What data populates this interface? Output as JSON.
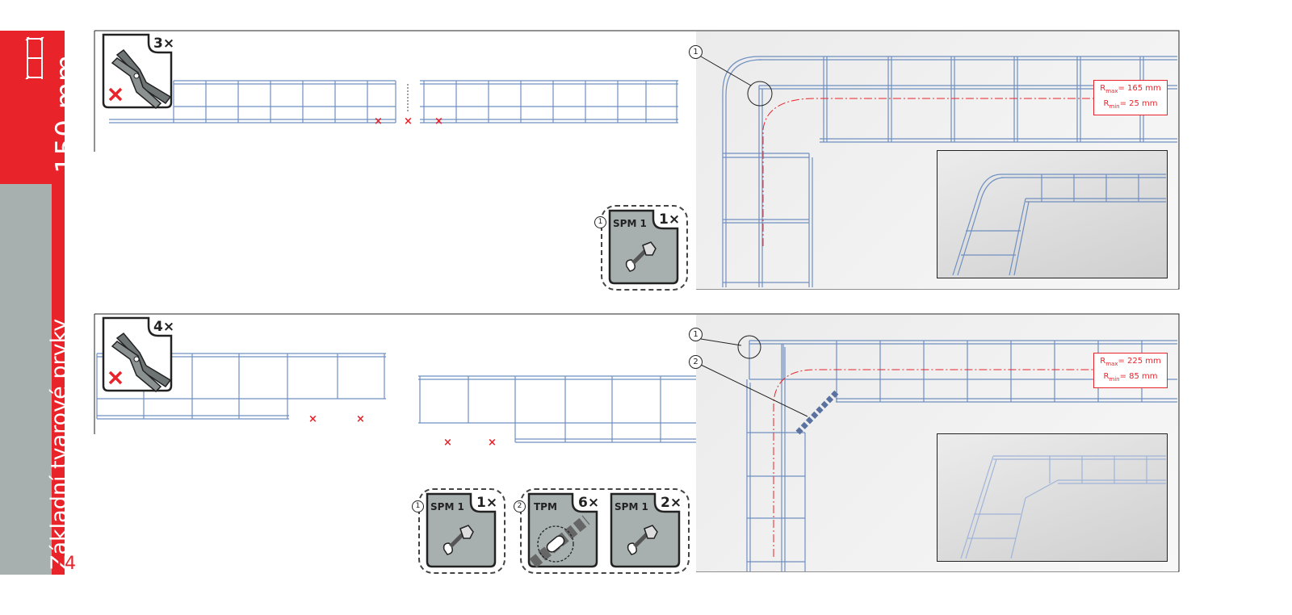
{
  "sidebar": {
    "size_label": "150 mm",
    "section_label": "Základní tvarové prvky",
    "page_number": "14",
    "accent_color": "#e8232a",
    "gray_color": "#a7b0ae"
  },
  "icons": {
    "tray": "cable-tray-icon",
    "cutter": "bolt-cutter-icon",
    "cross": "red-cross-icon",
    "bolt": "bolt-icon",
    "plate": "connector-plate-icon"
  },
  "steps": [
    {
      "cutter_qty": "3×",
      "cut_marks": [
        "×",
        "×",
        "×"
      ],
      "hardware_groups": [
        {
          "callout": "1",
          "items": [
            {
              "label": "SPM 1",
              "qty": "1×"
            }
          ]
        }
      ],
      "detail_callouts": [
        "1"
      ],
      "radius": {
        "rmax": "165 mm",
        "rmin": "25 mm"
      }
    },
    {
      "cutter_qty": "4×",
      "cut_marks": [
        "×",
        "×",
        "×",
        "×"
      ],
      "hardware_groups": [
        {
          "callout": "1",
          "items": [
            {
              "label": "SPM 1",
              "qty": "1×"
            }
          ]
        },
        {
          "callout": "2",
          "items": [
            {
              "label": "TPM",
              "qty": "6×"
            },
            {
              "label": "SPM 1",
              "qty": "2×"
            }
          ]
        }
      ],
      "detail_callouts": [
        "1",
        "2"
      ],
      "radius": {
        "rmax": "225 mm",
        "rmin": "85 mm"
      }
    }
  ],
  "radius_labels": {
    "r": "R",
    "max_sub": "max",
    "min_sub": "min",
    "eq": "= "
  }
}
